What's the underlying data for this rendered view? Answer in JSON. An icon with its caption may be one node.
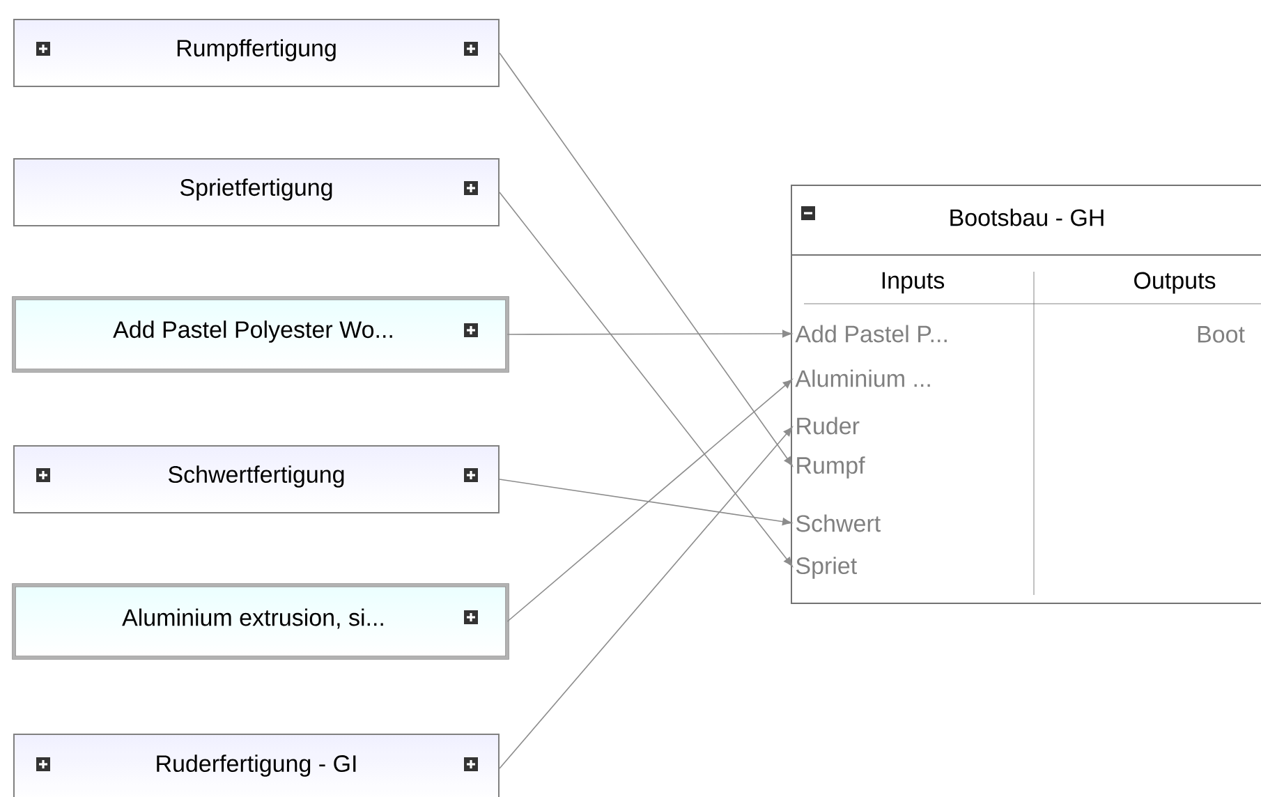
{
  "diagram": {
    "nodes": [
      {
        "text": [
          "Rumpffertigung"
        ]
      },
      {
        "text": [
          "Sprietfertigung"
        ]
      },
      {
        "text": [
          "Add Pastel Polyester Wo..."
        ]
      },
      {
        "text": [
          "Schwertfertigung"
        ]
      },
      {
        "text": [
          "Aluminium extrusion, si..."
        ]
      },
      {
        "text": [
          "Ruderfertigung - GI"
        ]
      },
      {
        "text": [
          "Bootsbau - GH"
        ]
      },
      {
        "text": [
          "Add Pastel P..."
        ],
        "in": 6
      },
      {
        "text": [
          "Aluminium ..."
        ],
        "in": 6
      },
      {
        "text": [
          "Ruder"
        ],
        "in": 6
      },
      {
        "text": [
          "Rumpf"
        ],
        "in": 6
      },
      {
        "text": [
          "Schwert"
        ],
        "in": 6
      },
      {
        "text": [
          "Spriet"
        ],
        "in": 6
      }
    ],
    "edges": [
      {
        "from": 0,
        "to": 10,
        "arrow": "to"
      },
      {
        "from": 1,
        "to": 12,
        "arrow": "to"
      },
      {
        "from": 2,
        "to": 7,
        "arrow": "to"
      },
      {
        "from": 3,
        "to": 11,
        "arrow": "to"
      },
      {
        "from": 4,
        "to": 8,
        "arrow": "to"
      },
      {
        "from": 5,
        "to": 9,
        "arrow": "to"
      }
    ],
    "labels": [
      "Inputs",
      "Outputs",
      "Boot"
    ]
  }
}
